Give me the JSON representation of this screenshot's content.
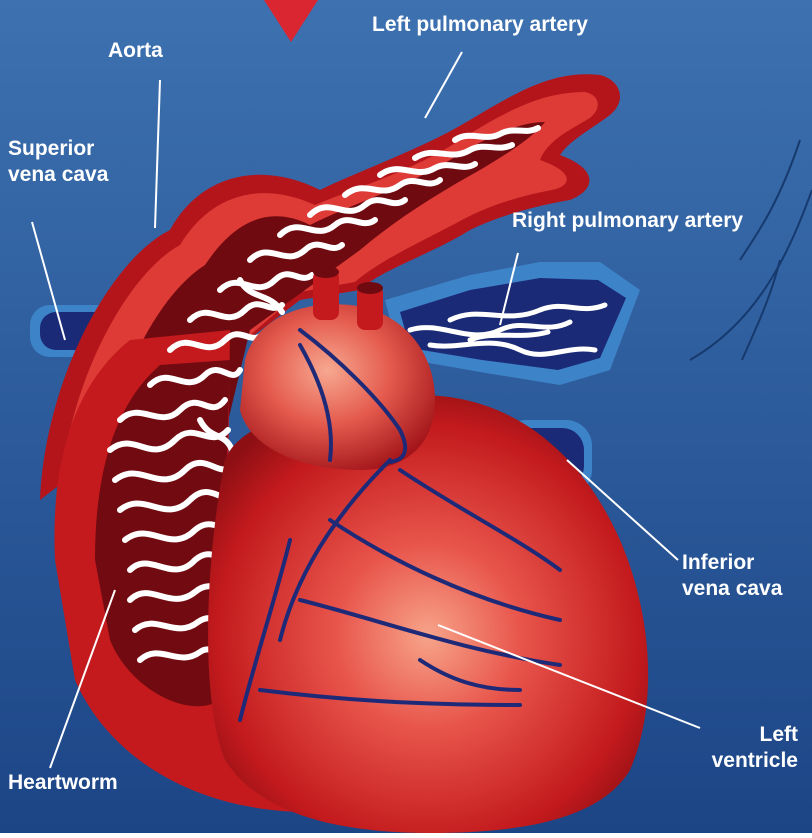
{
  "labels": {
    "left_pulmonary_artery": "Left pulmonary artery",
    "aorta": "Aorta",
    "superior_vena_cava": [
      "Superior",
      "vena cava"
    ],
    "right_pulmonary_artery": "Right pulmonary artery",
    "inferior_vena_cava": [
      "Inferior",
      "vena cava"
    ],
    "left_ventricle": [
      "Left",
      "ventricle"
    ],
    "heartworm": "Heartworm"
  },
  "colors": {
    "background_top": "#3c6fae",
    "background_bottom": "#1d4788",
    "heart_red": "#c8151b",
    "heart_light": "#f06a62",
    "vein_blue": "#1e2a78",
    "pointer_red": "#d92630",
    "worm_white": "#ffffff"
  }
}
